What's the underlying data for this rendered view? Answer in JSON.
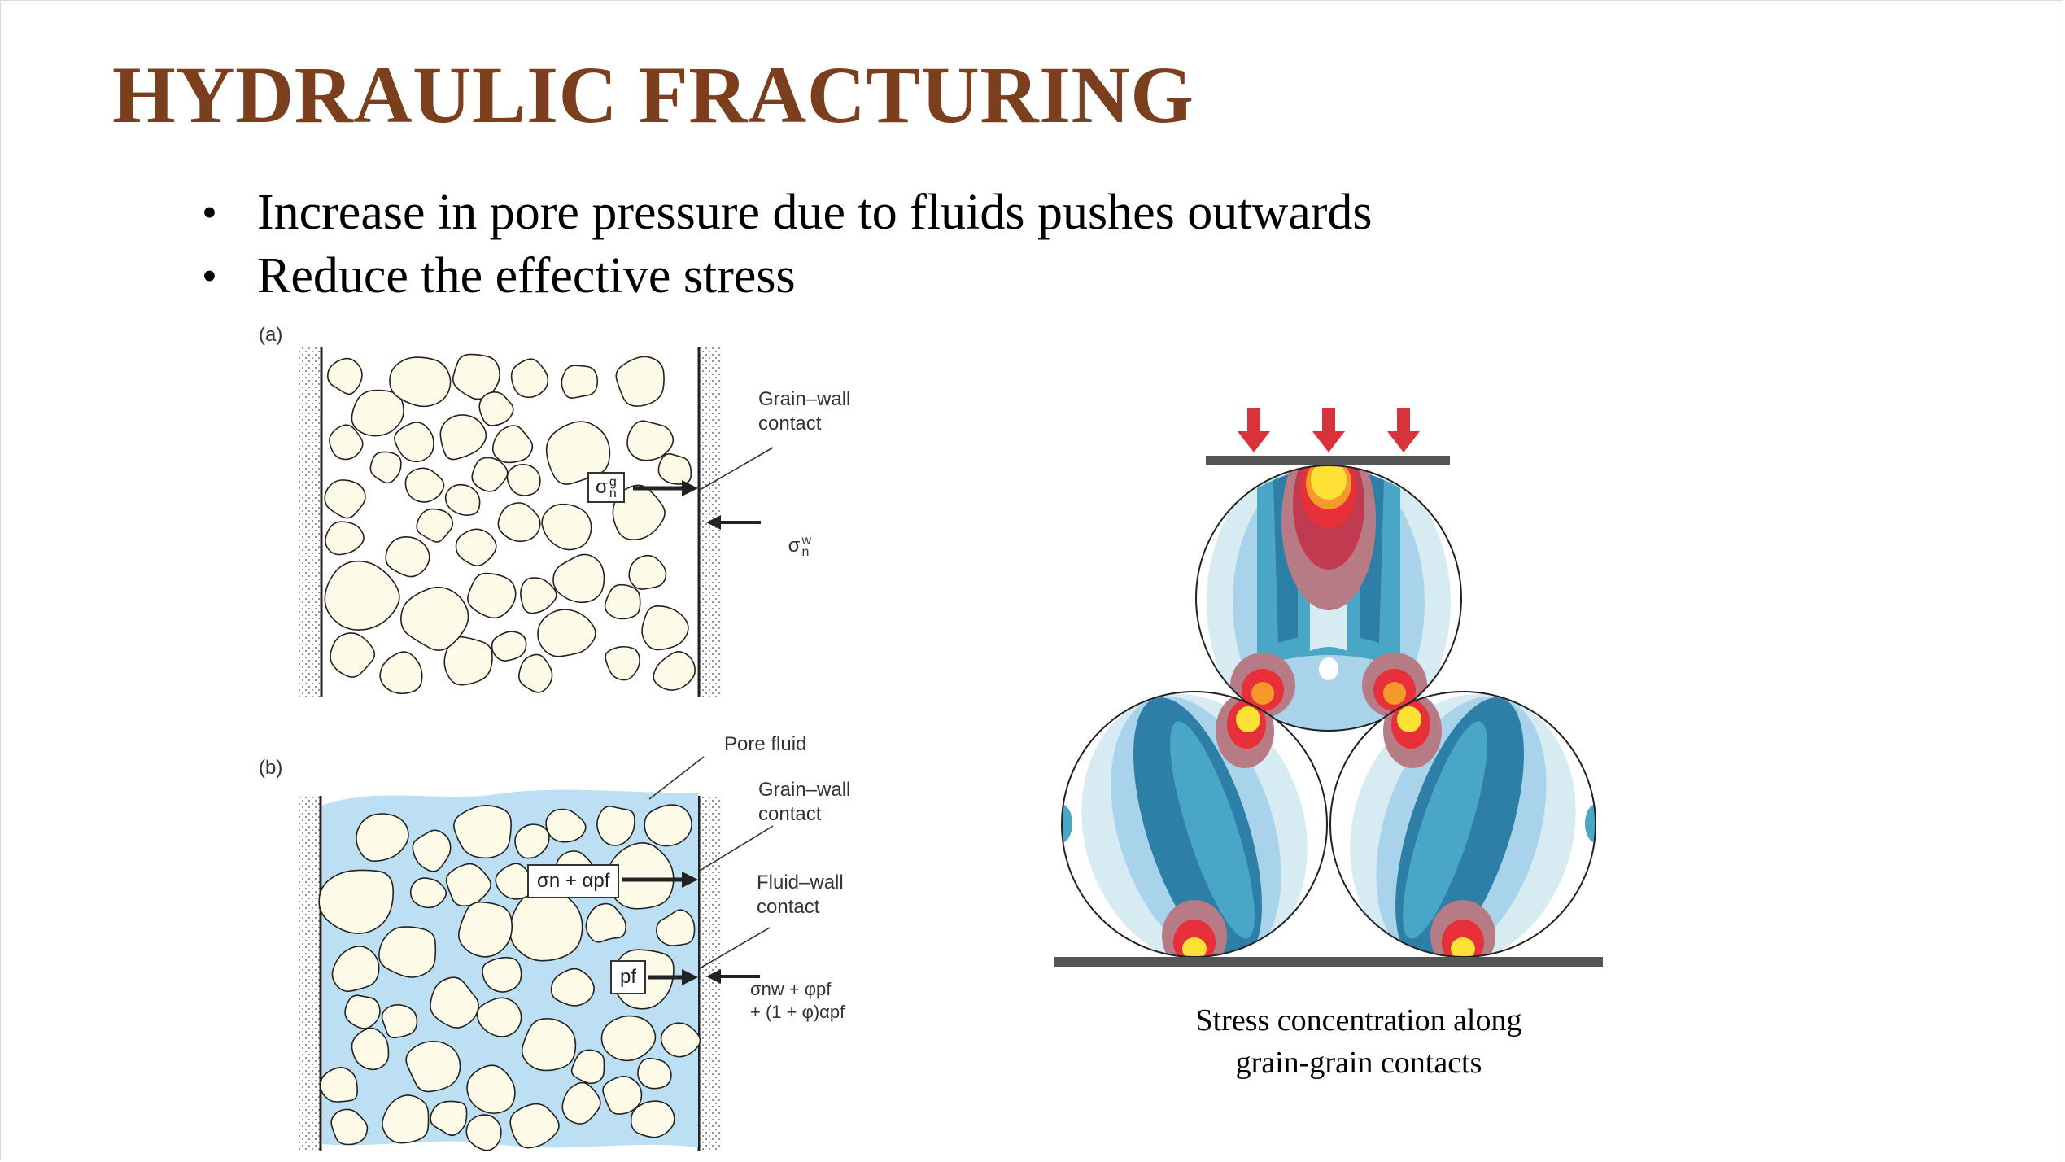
{
  "slide": {
    "title": "HYDRAULIC FRACTURING",
    "bullets": [
      "Increase in pore pressure due to fluids pushes outwards",
      "Reduce the effective stress"
    ]
  },
  "figure_a": {
    "label": "(a)",
    "grain_wall_contact": "Grain–wall\ncontact",
    "box": "σ",
    "box_sup": "g",
    "box_sub": "n",
    "wall_stress": "σ",
    "wall_stress_sup": "w",
    "wall_stress_sub": "n"
  },
  "figure_b": {
    "label": "(b)",
    "pore_fluid": "Pore fluid",
    "grain_wall_contact": "Grain–wall\ncontact",
    "fluid_wall_contact": "Fluid–wall\ncontact",
    "box1": "σn + αpf",
    "box2": "pf",
    "wall_stress_line1": "σnw + φpf",
    "wall_stress_line2": "+ (1 + φ)αpf"
  },
  "stress_figure": {
    "caption_line1": "Stress concentration along",
    "caption_line2": "grain-grain contacts"
  },
  "colors": {
    "title": "#7b3f1d",
    "grain_fill": "#fdfbe7",
    "pore_fluid": "#bcdff3",
    "load_arrow": "#d8323a"
  }
}
